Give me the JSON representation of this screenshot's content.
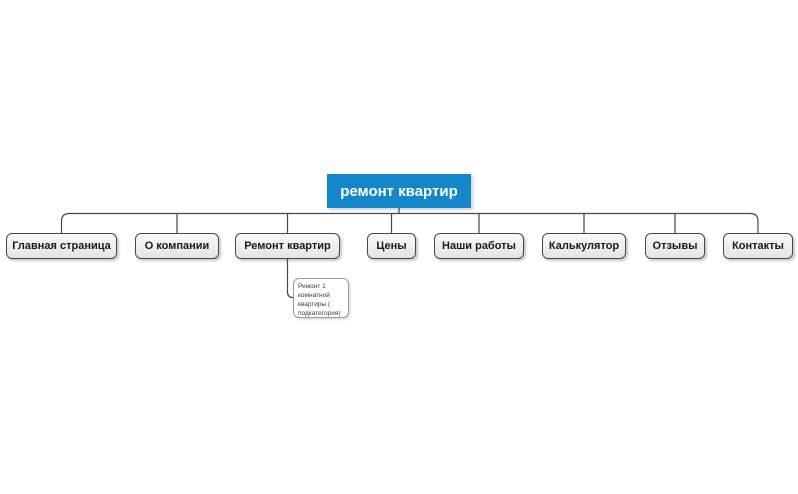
{
  "diagram": {
    "root": {
      "label": "ремонт квартир"
    },
    "children": [
      {
        "label": "Главная страница"
      },
      {
        "label": "О компании"
      },
      {
        "label": "Ремонт квартир"
      },
      {
        "label": "Цены"
      },
      {
        "label": "Наши работы"
      },
      {
        "label": "Калькулятор"
      },
      {
        "label": "Отзывы"
      },
      {
        "label": "Контакты"
      }
    ],
    "subcategory": {
      "label": "Ремонт 1 комнатной квартиры ( подкатегория)"
    }
  },
  "colors": {
    "root_bg": "#1486CA",
    "root_text": "#FFFFFF",
    "node_border": "#474747",
    "node_text": "#1A1A1A",
    "subnode_border": "#9B9B9B",
    "connector": "#474747",
    "background": "#FFFFFF"
  }
}
